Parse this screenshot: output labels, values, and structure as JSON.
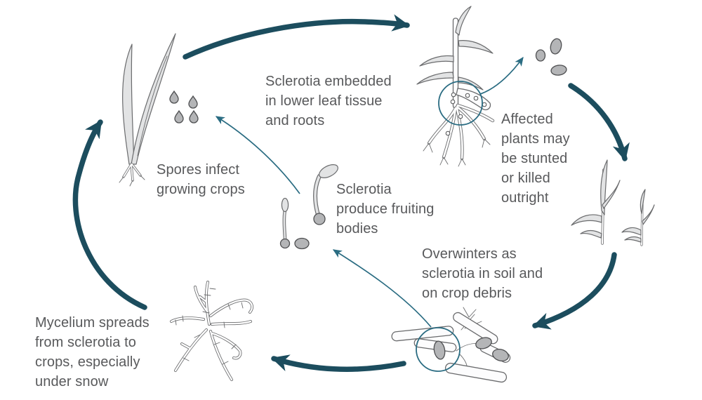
{
  "labels": {
    "sclerotia_embedded": "Sclerotia embedded\nin lower leaf tissue\nand roots",
    "affected_plants": "Affected\nplants may\nbe stunted\nor killed\noutright",
    "overwinters": "Overwinters as\nsclerotia in soil and\non crop debris",
    "mycelium_spreads": "Mycelium spreads\nfrom sclerotia to\ncrops, especially\nunder snow",
    "spores_infect": "Spores infect\ngrowing crops",
    "sclerotia_fruiting": "Sclerotia\nproduce fruiting\nbodies"
  },
  "illustrations": [
    "healthy-crop-plant",
    "spore-drops",
    "infected-seedling",
    "sclerotia-cluster",
    "stunted-plants",
    "crop-debris-with-sclerotia",
    "mycelium",
    "fruiting-bodies"
  ],
  "colors": {
    "background": "#ffffff",
    "text": "#58595b",
    "arrow_thick": "#1c4d5e",
    "arrow_thin": "#2a6c82",
    "illustration_outline": "#6a6b6d",
    "illustration_fill_light": "#e2e3e4",
    "illustration_fill_mid": "#b4b5b7"
  }
}
